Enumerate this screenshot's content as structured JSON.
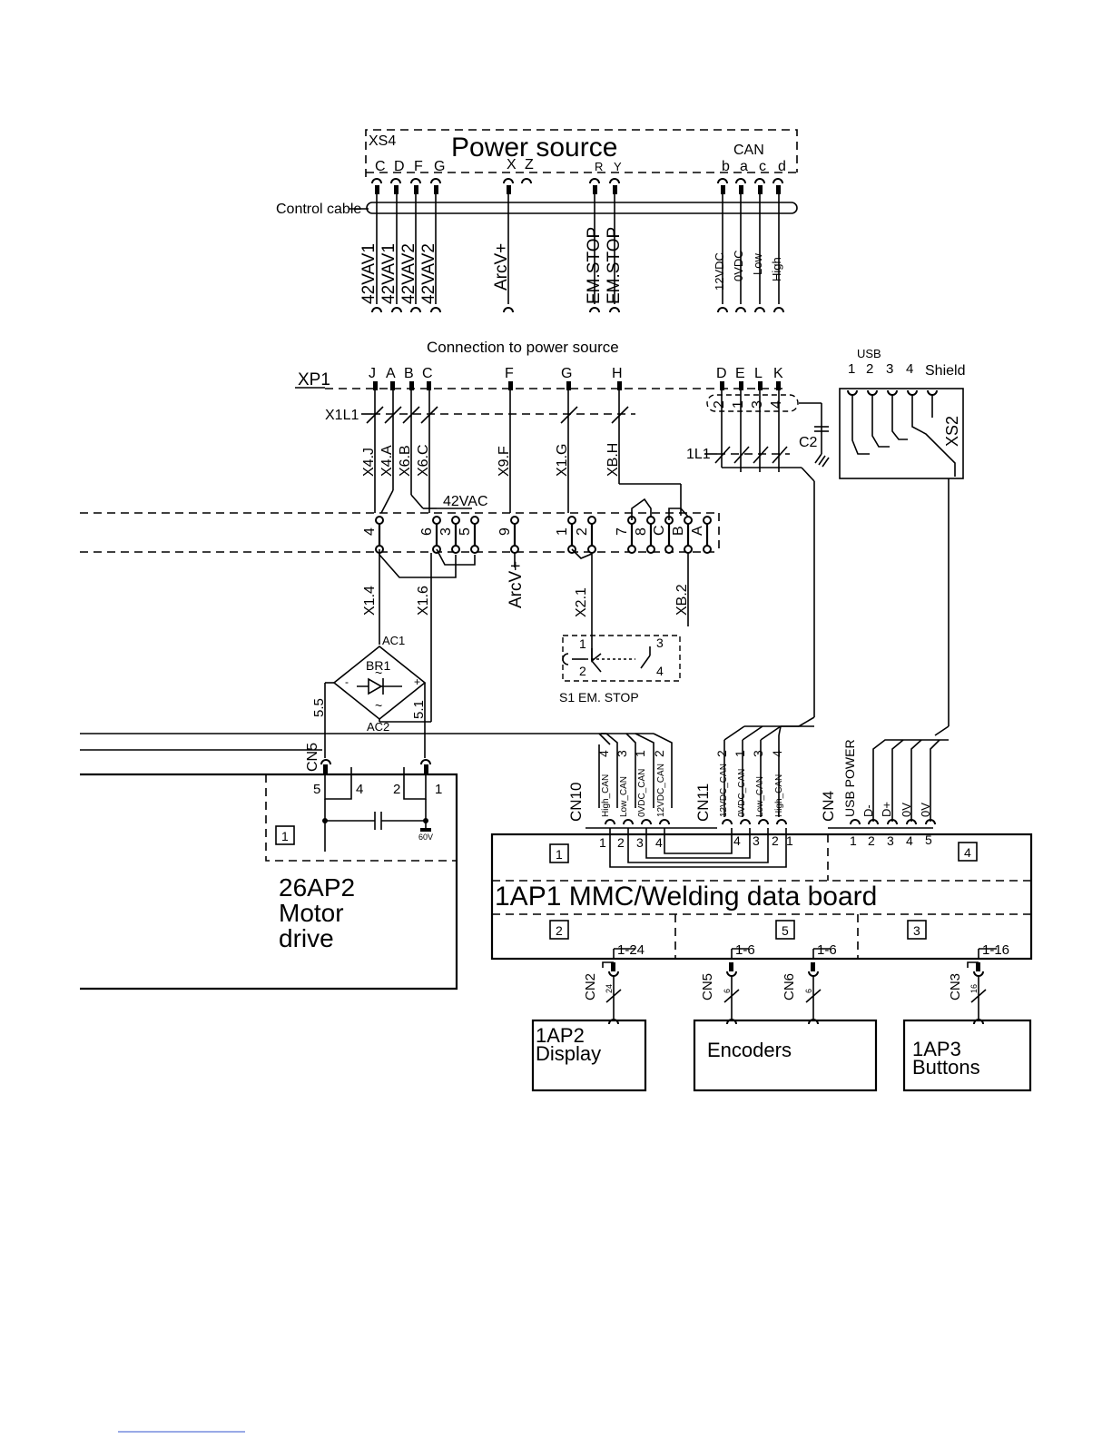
{
  "power_source": {
    "connector": "XS4",
    "title": "Power source",
    "can_label": "CAN",
    "pins": [
      "C",
      "D",
      "F",
      "G",
      "X",
      "Z",
      "R",
      "Y",
      "b",
      "a",
      "c",
      "d"
    ],
    "cable_label": "Control cable",
    "signals": [
      "42VAV1",
      "42VAV1",
      "42VAV2",
      "42VAV2",
      "ArcV+",
      "EM.STOP",
      "EM.STOP",
      "12VDC",
      "0VDC",
      "Low",
      "High"
    ]
  },
  "xp1": {
    "caption": "Connection to power source",
    "connector": "XP1",
    "pins": [
      "J",
      "A",
      "B",
      "C",
      "F",
      "G",
      "H",
      "D",
      "E",
      "L",
      "K"
    ],
    "bundle_label": "X1L1",
    "wires": [
      "X4.J",
      "X4.A",
      "X6.B",
      "X6.C",
      "X9.F",
      "X1.G",
      "XB.H"
    ],
    "can_pairs": [
      "2",
      "1",
      "3",
      "4"
    ],
    "can_bundle": "1L1",
    "cap": "C2"
  },
  "usb": {
    "label": "USB",
    "pins": [
      "1",
      "2",
      "3",
      "4",
      "Shield"
    ],
    "connector": "XS2"
  },
  "terminal_strip": {
    "label": "42VAC",
    "terms": [
      "4",
      "6",
      "3",
      "5",
      "9",
      "1",
      "2",
      "7",
      "8",
      "C",
      "B",
      "A"
    ],
    "lower_wires": [
      "X1.4",
      "X1.6",
      "ArcV+",
      "X2.1",
      "XB.2"
    ]
  },
  "switch": {
    "label": "S1  EM. STOP",
    "pins": [
      "1",
      "2",
      "3",
      "4"
    ]
  },
  "bridge": {
    "name": "BR1",
    "ac1": "AC1",
    "ac2": "AC2",
    "minus": "-",
    "plus": "+",
    "tilde": "~",
    "w1": "5.5",
    "w2": "5.1"
  },
  "motor_drive": {
    "connector": "CN5",
    "pins": [
      "5",
      "4",
      "2",
      "1"
    ],
    "cap_label": "60V",
    "section": "1",
    "title_lines": [
      "26AP2",
      "Motor",
      "drive"
    ]
  },
  "main_board": {
    "title": "1AP1 MMC/Welding data board",
    "sections": [
      "1",
      "4",
      "2",
      "5",
      "3"
    ],
    "cn10": {
      "name": "CN10",
      "signals": [
        "High_CAN",
        "Low_CAN",
        "0VDC_CAN",
        "12VDC_CAN"
      ],
      "pins": [
        "1",
        "2",
        "3",
        "4"
      ],
      "wire_nums": [
        "4",
        "3",
        "1",
        "2"
      ]
    },
    "cn11": {
      "name": "CN11",
      "signals": [
        "12VDC_CAN",
        "0VDC_CAN",
        "Low_CAN",
        "High_CAN"
      ],
      "pins": [
        "4",
        "3",
        "2",
        "1"
      ],
      "wire_nums": [
        "2",
        "1",
        "3",
        "4"
      ]
    },
    "cn4": {
      "name": "CN4",
      "usb_power": "USB POWER",
      "signals": [
        "D-",
        "D+",
        "0V",
        "0V"
      ],
      "pins": [
        "1",
        "2",
        "3",
        "4",
        "5"
      ]
    },
    "ranges": [
      "1-24",
      "1-6",
      "1-6",
      "1-16"
    ]
  },
  "peripherals": {
    "cn2": {
      "name": "CN2",
      "count": "24"
    },
    "cn5": {
      "name": "CN5",
      "count": "6"
    },
    "cn6": {
      "name": "CN6",
      "count": "6"
    },
    "cn3": {
      "name": "CN3",
      "count": "16"
    },
    "display": [
      "1AP2",
      "Display"
    ],
    "encoders": "Encoders",
    "buttons": [
      "1AP3",
      "Buttons"
    ]
  }
}
